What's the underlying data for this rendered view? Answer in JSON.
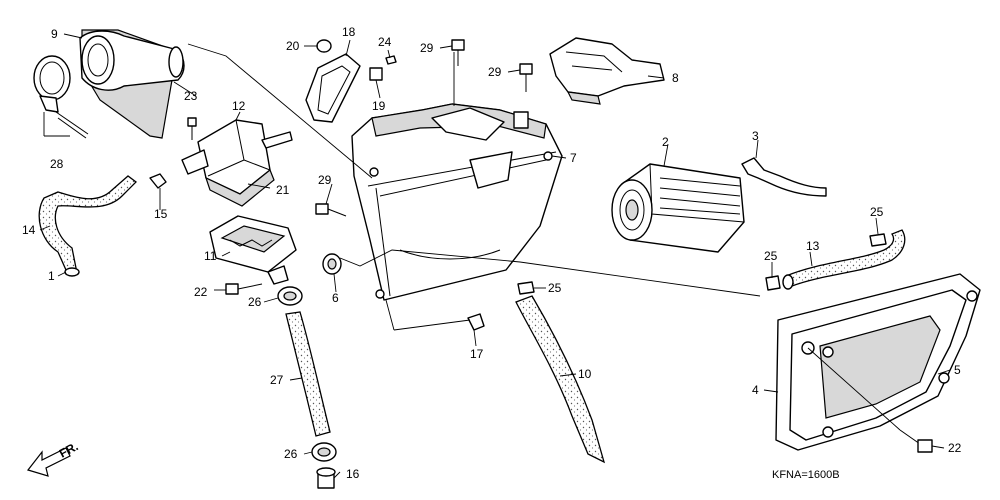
{
  "diagram": {
    "code": "KFNA=1600B",
    "direction_label": "FR.",
    "callouts": {
      "c1": "1",
      "c2": "2",
      "c3": "3",
      "c4": "4",
      "c5": "5",
      "c6": "6",
      "c7": "7",
      "c8": "8",
      "c9": "9",
      "c10": "10",
      "c11": "11",
      "c12": "12",
      "c13": "13",
      "c14": "14",
      "c15": "15",
      "c16": "16",
      "c17": "17",
      "c18": "18",
      "c19": "19",
      "c20": "20",
      "c21": "21",
      "c22a": "22",
      "c22b": "22",
      "c23": "23",
      "c24": "24",
      "c25a": "25",
      "c25b": "25",
      "c25c": "25",
      "c26a": "26",
      "c26b": "26",
      "c27": "27",
      "c28": "28",
      "c29a": "29",
      "c29b": "29",
      "c29c": "29"
    }
  }
}
